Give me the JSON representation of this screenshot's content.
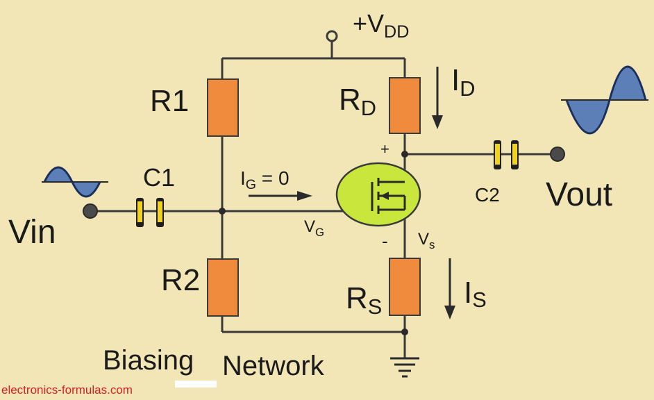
{
  "labels": {
    "vdd": "+V",
    "vdd_sub": "DD",
    "r1": "R1",
    "r2": "R2",
    "rd": "R",
    "rd_sub": "D",
    "rs": "R",
    "rs_sub": "S",
    "id": "I",
    "id_sub": "D",
    "is": "I",
    "is_sub": "S",
    "c1": "C1",
    "c2": "C2",
    "vin": "Vin",
    "vout": "Vout",
    "ig": "I",
    "ig_sub": "G",
    "ig_eq": " = 0",
    "vg": "V",
    "vg_sub": "G",
    "vs": "V",
    "vs_sub": "s",
    "plus": "+",
    "minus": "-",
    "biasing": "Biasing",
    "network": "Network"
  },
  "watermark": "electronics-formulas.com",
  "colors": {
    "background": "#f2e6b6",
    "resistor": "#f08a3c",
    "mosfet": "#c8e63c",
    "capacitor_band": "#f1d21c",
    "wave_fill": "#5c7fb8",
    "watermark": "#d81e1e"
  }
}
